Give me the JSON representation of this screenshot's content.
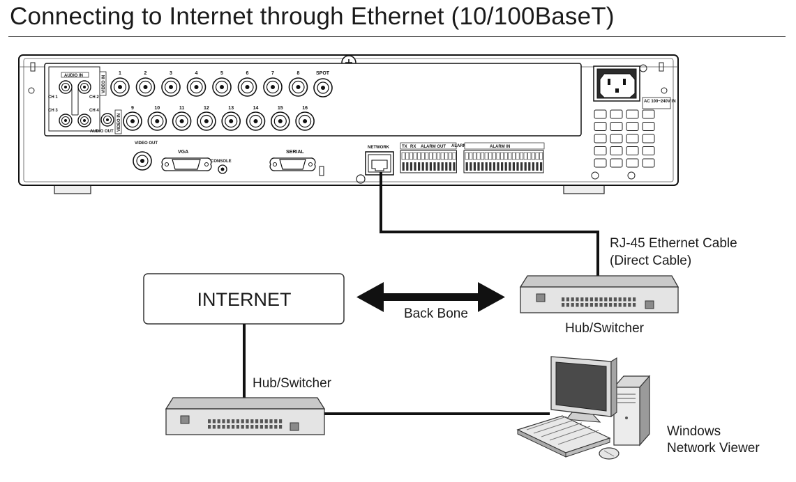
{
  "title": "Connecting to Internet through Ethernet (10/100BaseT)",
  "dvr_panel": {
    "audio_in": "AUDIO IN",
    "video_in": "VIDEO IN",
    "audio_out": "AUDIO OUT",
    "ch1": "CH 1",
    "ch2": "CH 2",
    "ch3": "CH 3",
    "ch4": "CH 4",
    "spot": "SPOT",
    "video_out": "VIDEO OUT",
    "vga": "VGA",
    "console": "CONSOLE",
    "serial": "SERIAL",
    "network": "NETWORK",
    "tx": "TX",
    "rx": "RX",
    "alarm_out": "ALARM OUT",
    "alarm_reset": "ALARM RESET",
    "alarm_in": "ALARM IN",
    "ac": "AC 100~240V IN",
    "channels_top": [
      "1",
      "2",
      "3",
      "4",
      "5",
      "6",
      "7",
      "8"
    ],
    "channels_bottom": [
      "9",
      "10",
      "11",
      "12",
      "13",
      "14",
      "15",
      "16"
    ]
  },
  "labels": {
    "cable": "RJ-45 Ethernet Cable",
    "cable_sub": "(Direct Cable)",
    "internet": "INTERNET",
    "backbone": "Back Bone",
    "hub_right": "Hub/Switcher",
    "hub_left": "Hub/Switcher",
    "viewer_line1": "Windows",
    "viewer_line2": "Network Viewer"
  }
}
